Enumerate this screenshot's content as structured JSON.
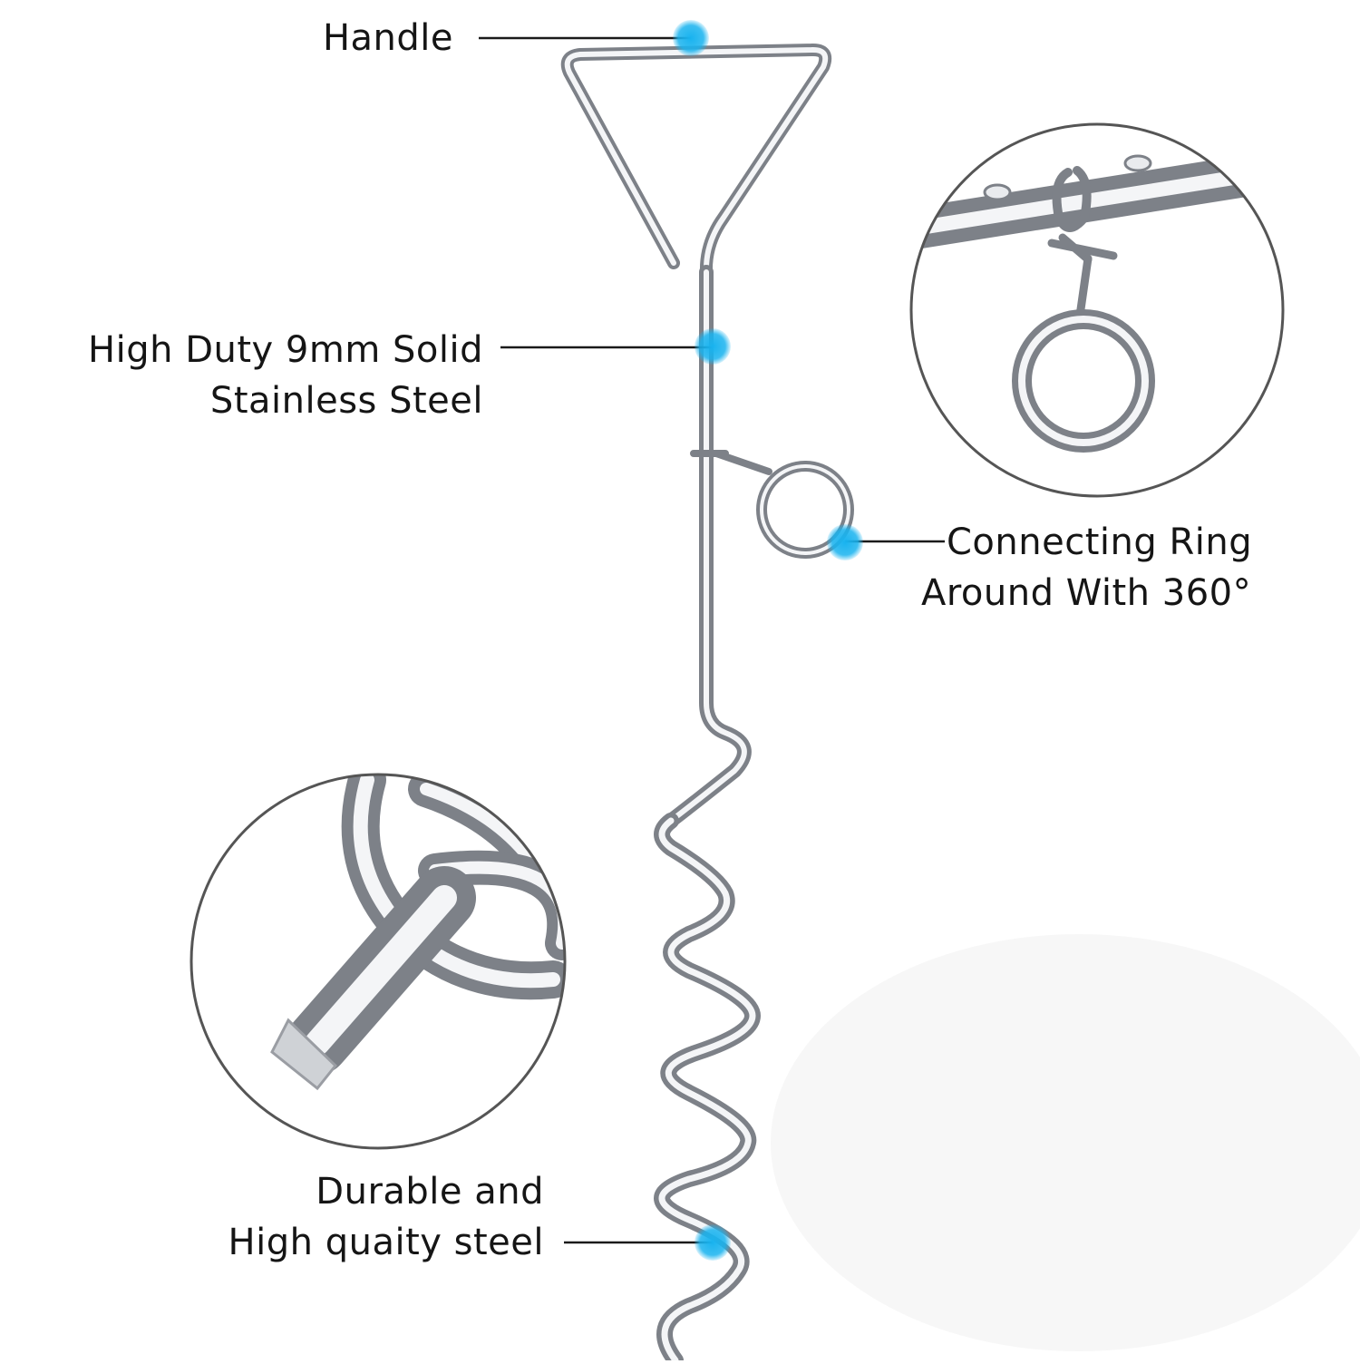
{
  "callouts": {
    "handle": {
      "lines": [
        "Handle"
      ]
    },
    "steel": {
      "lines": [
        "High Duty 9mm Solid",
        "Stainless Steel"
      ]
    },
    "ring": {
      "lines": [
        "Connecting Ring",
        "Around With 360°"
      ]
    },
    "durable": {
      "lines": [
        "Durable and",
        "High quaity steel"
      ]
    }
  },
  "colors": {
    "marker": "#19b3ef",
    "leader": "#1a1a1a",
    "metal_light": "#f4f5f7",
    "metal_dark": "#7d8188",
    "zoom_border": "#555555"
  }
}
